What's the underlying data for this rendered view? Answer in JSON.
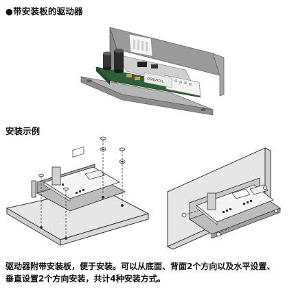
{
  "product": {
    "heading": "●带安装板的驱动器",
    "board_marking": "ORIENTAL"
  },
  "mounting": {
    "heading": "安装示例"
  },
  "caption": {
    "line1": "驱动器附带安装板，便于安装。可以从底面、背面2个方向以及水平设置、",
    "line2": "垂直设置2个方向安装，共计4种安装方式。"
  },
  "colors": {
    "plate_fill": "#e6e6e6",
    "plate_stroke": "#333333",
    "bracket_metal": "#bcbcbc",
    "pcb_green": "#2f5f3a",
    "capacitor": "#2a2a2a",
    "connector_white": "#f2f2f2"
  }
}
